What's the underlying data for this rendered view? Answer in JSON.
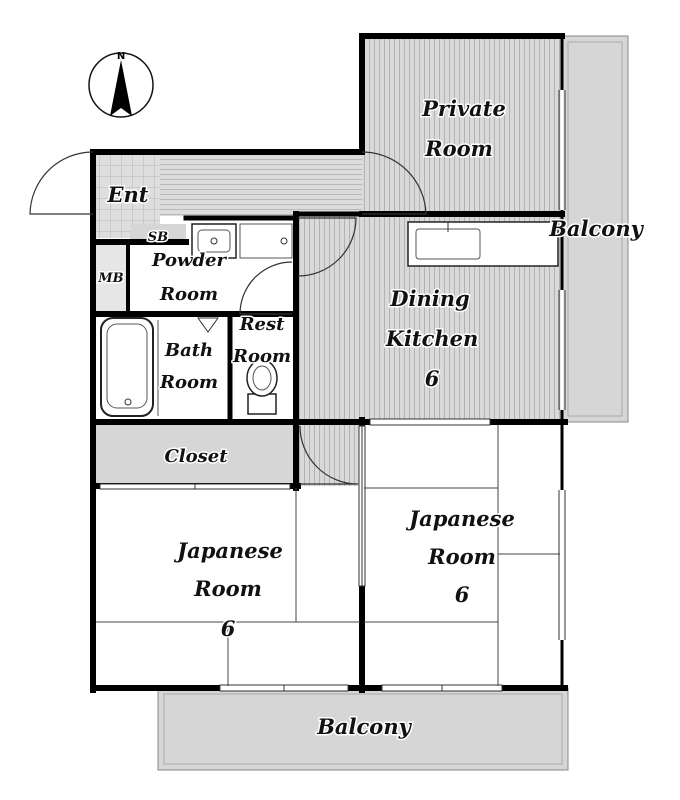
{
  "compass": {
    "north_label": "N"
  },
  "rooms": {
    "private_room": {
      "line1": "Private",
      "line2": "Room"
    },
    "entrance": {
      "label": "Ent"
    },
    "shoe_box": {
      "label": "SB"
    },
    "meter_box": {
      "label": "MB"
    },
    "powder_room": {
      "line1": "Powder",
      "line2": "Room"
    },
    "bath_room": {
      "line1": "Bath",
      "line2": "Room"
    },
    "rest_room": {
      "line1": "Rest",
      "line2": "Room"
    },
    "dining_kitchen": {
      "line1": "Dining",
      "line2": "Kitchen",
      "size": "6"
    },
    "closet": {
      "label": "Closet"
    },
    "japanese_room_west": {
      "line1": "Japanese",
      "line2": "Room",
      "size": "6"
    },
    "japanese_room_east": {
      "line1": "Japanese",
      "line2": "Room",
      "size": "6"
    },
    "balcony_east": {
      "label": "Balcony"
    },
    "balcony_south": {
      "label": "Balcony"
    }
  }
}
